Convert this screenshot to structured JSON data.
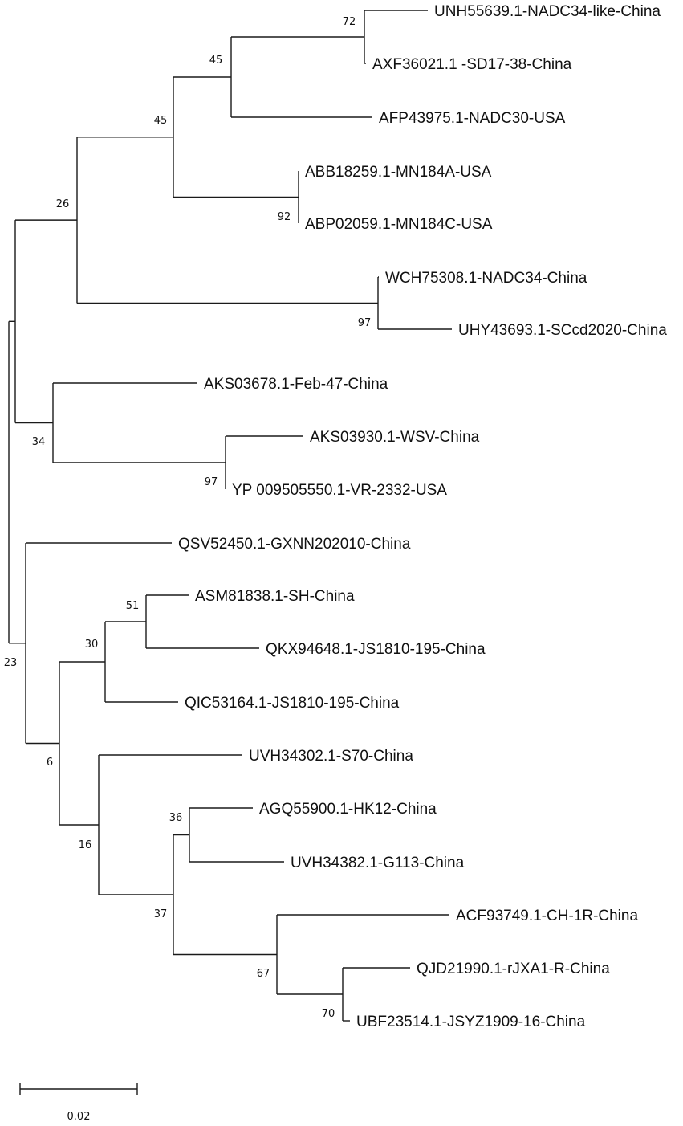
{
  "tree": {
    "leaves": [
      "UNH55639.1-NADC34-like-China",
      "AXF36021.1 -SD17-38-China",
      "AFP43975.1-NADC30-USA",
      "ABB18259.1-MN184A-USA",
      "ABP02059.1-MN184C-USA",
      "WCH75308.1-NADC34-China",
      "UHY43693.1-SCcd2020-China",
      "AKS03678.1-Feb-47-China",
      "AKS03930.1-WSV-China",
      "YP 009505550.1-VR-2332-USA",
      "QSV52450.1-GXNN202010-China",
      "ASM81838.1-SH-China",
      "QKX94648.1-JS1810-195-China",
      "QIC53164.1-JS1810-195-China",
      "UVH34302.1-S70-China",
      "AGQ55900.1-HK12-China",
      "UVH34382.1-G113-China",
      "ACF93749.1-CH-1R-China",
      "QJD21990.1-rJXA1-R-China",
      "UBF23514.1-JSYZ1909-16-China"
    ],
    "support_values": [
      "72",
      "45",
      "45",
      "92",
      "26",
      "97",
      "34",
      "97",
      "51",
      "30",
      "36",
      "70",
      "67",
      "37",
      "16",
      "6",
      "23"
    ],
    "scale_bar": {
      "label": "0.02",
      "length": 0.02
    }
  }
}
